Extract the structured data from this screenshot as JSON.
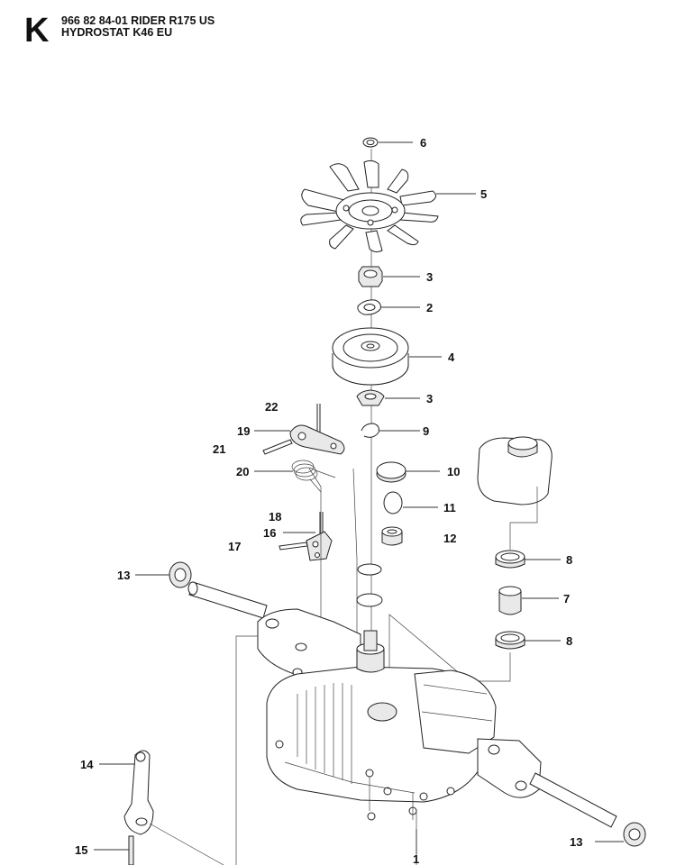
{
  "header": {
    "section_letter": "K",
    "title_line1": "966 82 84-01 RIDER R175 US",
    "title_line2": "HYDROSTAT K46 EU"
  },
  "callouts": {
    "c1": "1",
    "c2": "2",
    "c3a": "3",
    "c3b": "3",
    "c4": "4",
    "c5": "5",
    "c6": "6",
    "c7": "7",
    "c8a": "8",
    "c8b": "8",
    "c9": "9",
    "c10": "10",
    "c11": "11",
    "c12": "12",
    "c13a": "13",
    "c13b": "13",
    "c14": "14",
    "c15": "15",
    "c16": "16",
    "c17": "17",
    "c18": "18",
    "c19": "19",
    "c20": "20",
    "c21": "21",
    "c22": "22"
  }
}
